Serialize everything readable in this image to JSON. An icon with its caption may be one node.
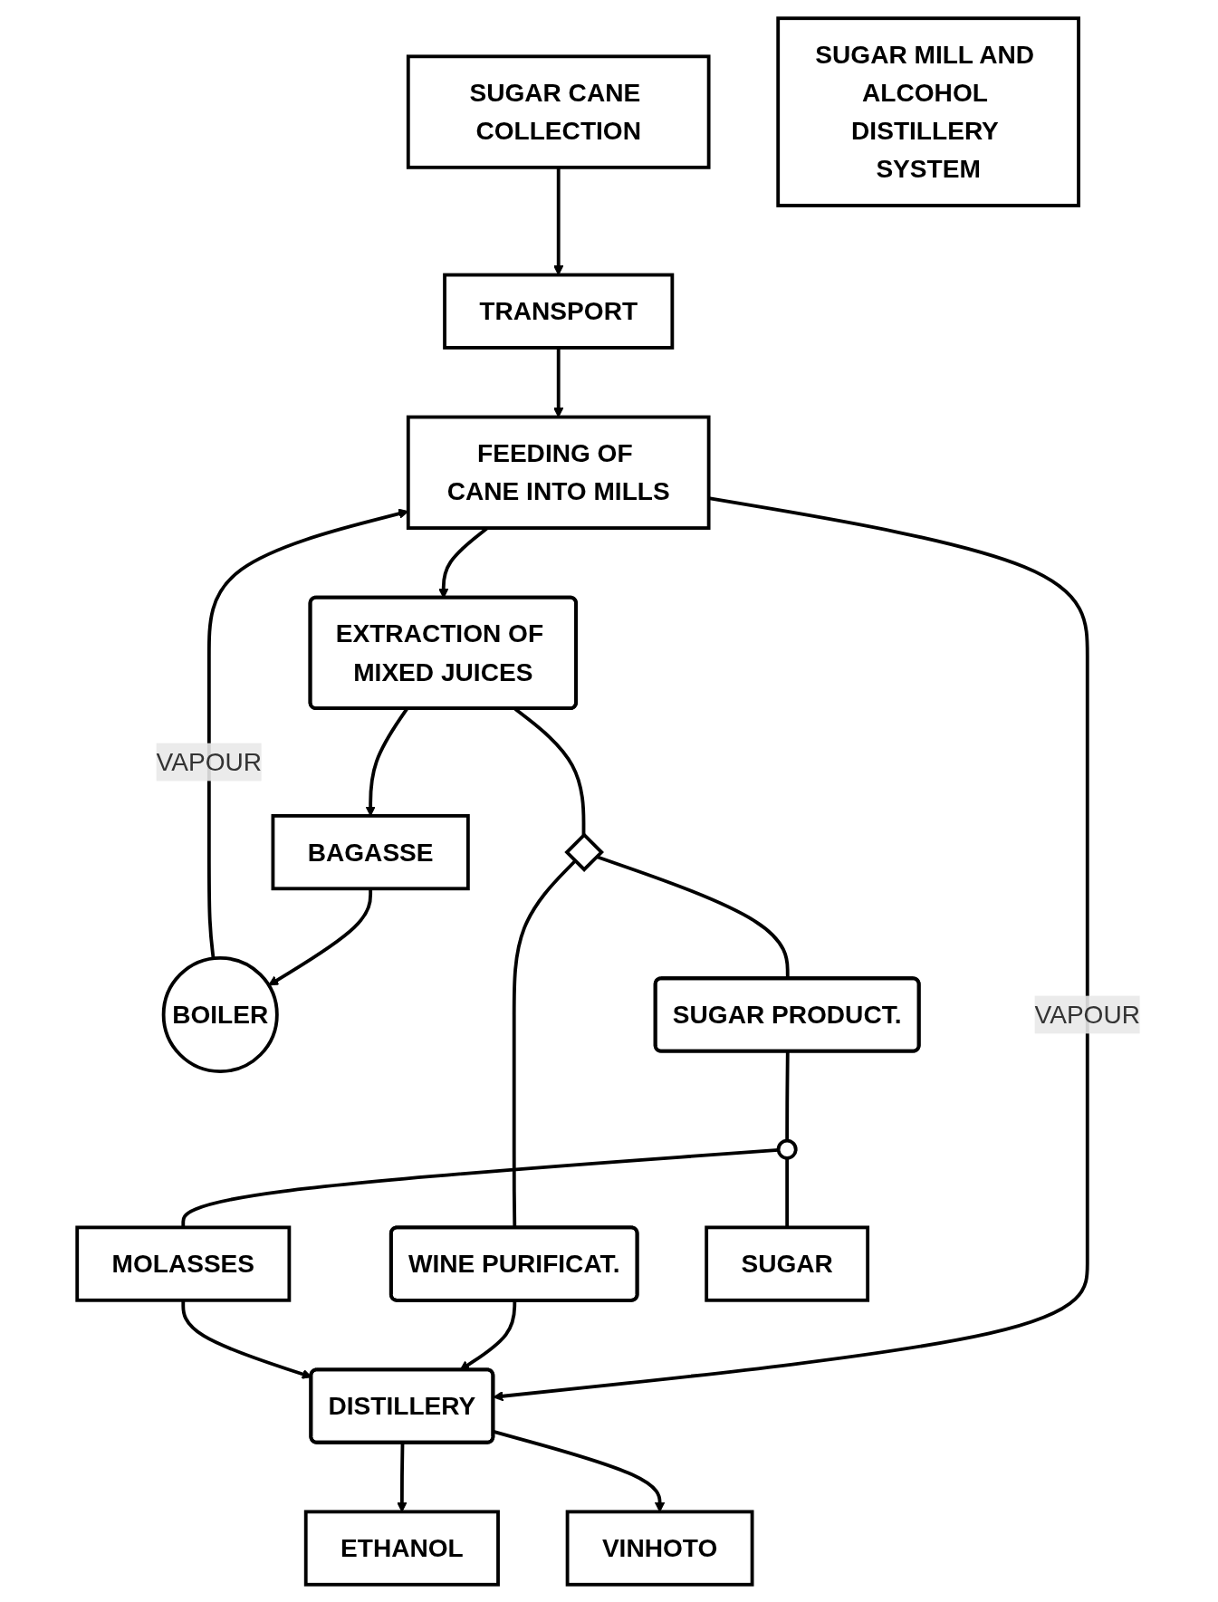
{
  "diagram": {
    "nodes": [
      {
        "text": [
          "SUGAR CANE COLLECTION"
        ]
      },
      {
        "text": [
          "TRANSPORT"
        ]
      },
      {
        "text": [
          "FEEDING OF CANE INTO MILLS"
        ]
      },
      {
        "text": [
          "BOILER"
        ]
      },
      {
        "text": [
          "EXTRACTION OF MIXED JUICES"
        ]
      },
      {
        "text": [
          "BAGASSE"
        ]
      },
      {
        "text": [],
        "shape": "diamond"
      },
      {
        "text": [
          "WINE PURIFICAT."
        ]
      },
      {
        "text": [
          "SUGAR PRODUCT."
        ]
      },
      {
        "text": [],
        "shape": "circle"
      },
      {
        "text": [
          "MOLASSES"
        ]
      },
      {
        "text": [
          "SUGAR"
        ]
      },
      {
        "text": [
          "DISTILLERY"
        ]
      },
      {
        "text": [
          "ETHANOL"
        ]
      },
      {
        "text": [
          "VINHOTO"
        ]
      },
      {
        "text": [
          "SUGAR MILL AND ALCOHOL DISTILLERY SYSTEM"
        ]
      }
    ],
    "edges": [
      {
        "from": 0,
        "to": 1,
        "arrow": "to"
      },
      {
        "from": 1,
        "to": 2,
        "arrow": "to"
      },
      {
        "from": 3,
        "to": 2,
        "arrow": "to",
        "label": "VAPOUR"
      },
      {
        "from": 2,
        "to": 12,
        "arrow": "to",
        "label": "VAPOUR"
      },
      {
        "from": 2,
        "to": 4,
        "arrow": "to"
      },
      {
        "from": 4,
        "to": 5,
        "arrow": "to"
      },
      {
        "from": 5,
        "to": 3,
        "arrow": "to"
      },
      {
        "from": 4,
        "to": 6,
        "arrow": "none"
      },
      {
        "from": 6,
        "to": 7,
        "arrow": "none"
      },
      {
        "from": 6,
        "to": 8,
        "arrow": "none"
      },
      {
        "from": 7,
        "to": 12,
        "arrow": "to"
      },
      {
        "from": 8,
        "to": 9,
        "arrow": "none"
      },
      {
        "from": 9,
        "to": 10,
        "arrow": "none"
      },
      {
        "from": 9,
        "to": 11,
        "arrow": "none"
      },
      {
        "from": 10,
        "to": 12,
        "arrow": "to"
      },
      {
        "from": 12,
        "to": 13,
        "arrow": "to"
      },
      {
        "from": 12,
        "to": 14,
        "arrow": "to"
      }
    ]
  }
}
